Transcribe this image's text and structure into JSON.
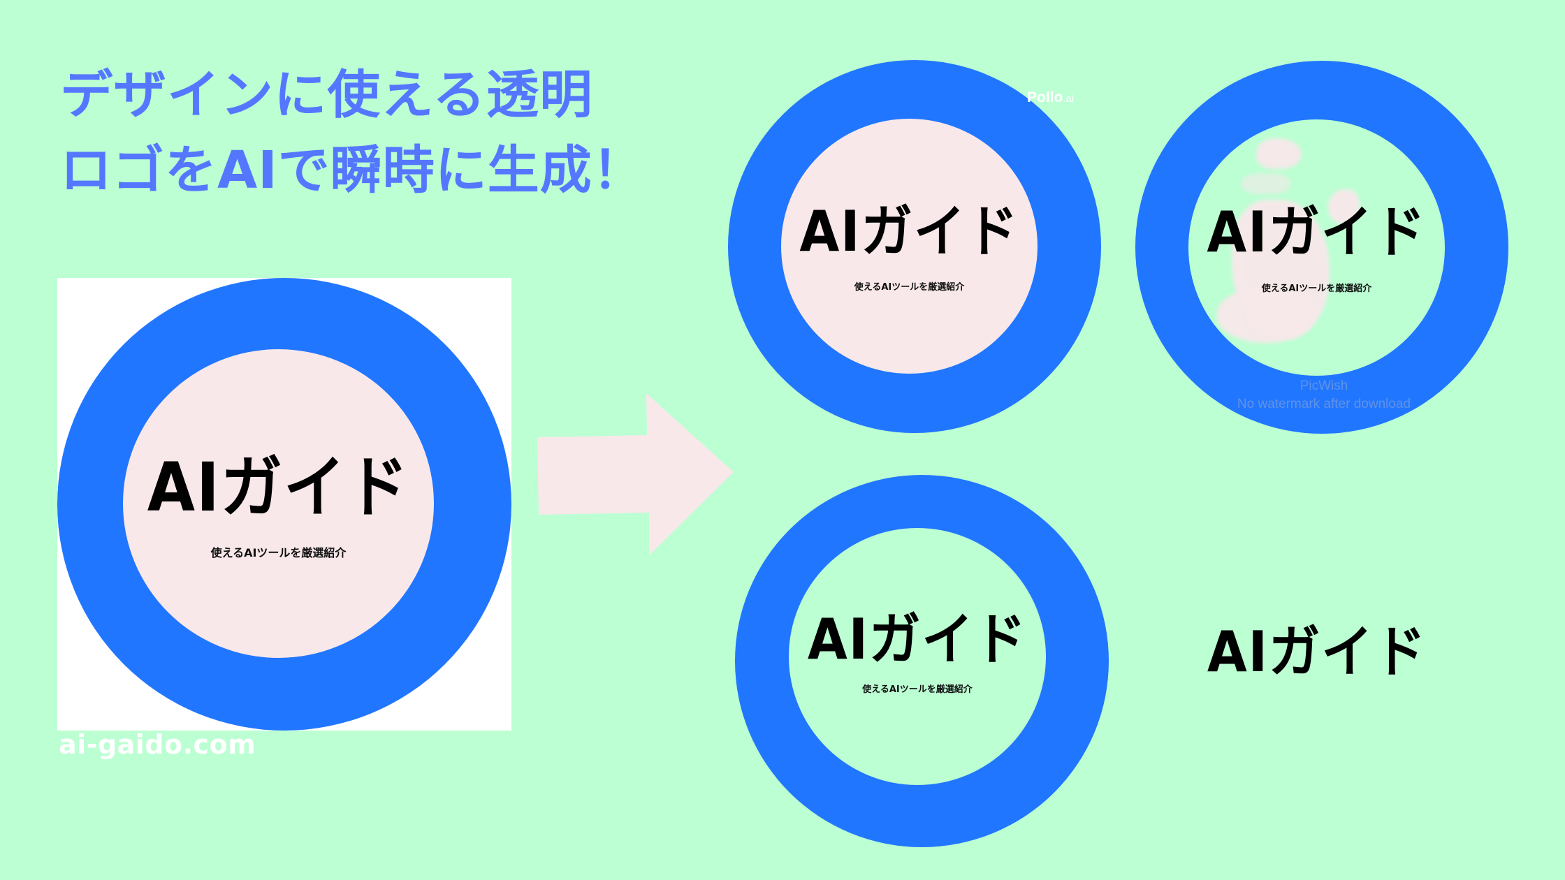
{
  "headline": {
    "line1": "デザインに使える透明",
    "line2": "ロゴをAIで瞬時に生成！",
    "color": "#5577ff"
  },
  "background_color": "#bbffd3",
  "source_logo": {
    "title": "AIガイド",
    "subtitle": "使えるAIツールを厳選紹介",
    "ring_color": "#2176ff",
    "inner_color": "#f8e8ea",
    "canvas_color": "#ffffff"
  },
  "site_url": "ai-gaido.com",
  "arrow": {
    "color": "#f8e8ea",
    "direction": "right"
  },
  "results": [
    {
      "id": "pollo",
      "title": "AIガイド",
      "subtitle": "使えるAIツールを厳選紹介",
      "watermark_brand": "Pollo",
      "watermark_suffix": ".ai",
      "inner_fill": "pink"
    },
    {
      "id": "picwish",
      "title": "AIガイド",
      "subtitle": "使えるAIツールを厳選紹介",
      "watermark_brand": "PicWish",
      "watermark_note": "No watermark after download",
      "inner_fill": "transparent-with-artifacts"
    },
    {
      "id": "clean-ring",
      "title": "AIガイド",
      "subtitle": "使えるAIツールを厳選紹介",
      "inner_fill": "transparent"
    },
    {
      "id": "text-only",
      "title": "AIガイド",
      "inner_fill": "none"
    }
  ]
}
